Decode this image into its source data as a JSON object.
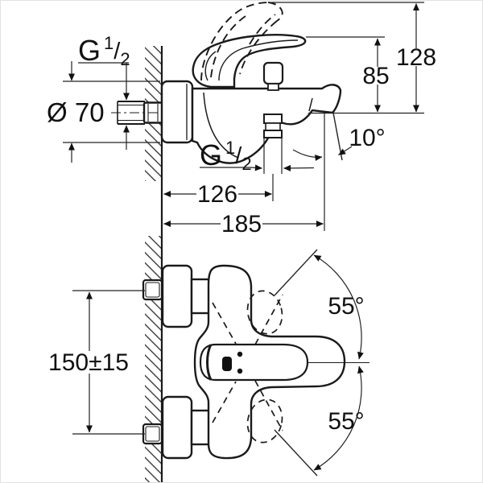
{
  "labels": {
    "side_view": {
      "inlet_thread": {
        "base": "G",
        "sup": "1",
        "slash": "/",
        "sub": "2"
      },
      "flange_diameter": "Ø 70",
      "lever_to_outlet_height": "85",
      "total_height": "128",
      "spout_angle": "10°",
      "shower_thread": {
        "base": "G",
        "sup": "1",
        "slash": "/",
        "sub": "2"
      },
      "wall_to_shower_outlet": "126",
      "wall_to_spout_tip": "185"
    },
    "front_view": {
      "inlet_center_distance": "150±15",
      "lever_swing_upper": "55°",
      "lever_swing_lower": "55°"
    }
  }
}
